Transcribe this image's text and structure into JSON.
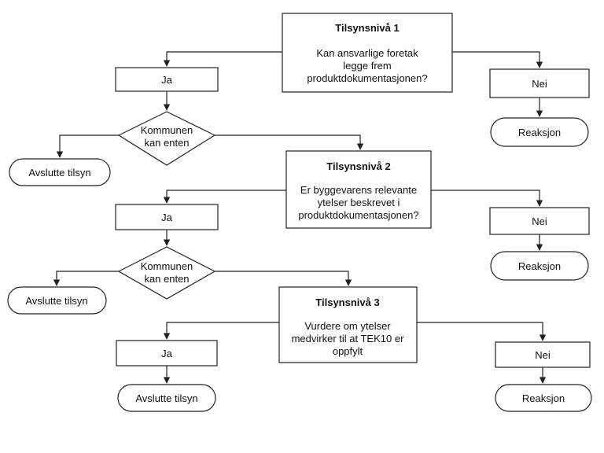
{
  "level1": {
    "title": "Tilsynsnivå 1",
    "question": [
      "Kan ansvarlige foretak",
      "legge frem",
      "produktdokumentasjonen?"
    ],
    "yes": "Ja",
    "no": "Nei",
    "decision": [
      "Kommunen",
      "kan enten"
    ],
    "end": "Avslutte tilsyn",
    "reaction": "Reaksjon"
  },
  "level2": {
    "title": "Tilsynsnivå 2",
    "question": [
      "Er byggevarens relevante",
      "ytelser beskrevet i",
      "produktdokumentasjonen?"
    ],
    "yes": "Ja",
    "no": "Nei",
    "decision": [
      "Kommunen",
      "kan enten"
    ],
    "end": "Avslutte tilsyn",
    "reaction": "Reaksjon"
  },
  "level3": {
    "title": "Tilsynsnivå 3",
    "question": [
      "Vurdere om ytelser",
      "medvirker til at TEK10 er",
      "oppfylt"
    ],
    "yes": "Ja",
    "no": "Nei",
    "end": "Avslutte tilsyn",
    "reaction": "Reaksjon"
  }
}
